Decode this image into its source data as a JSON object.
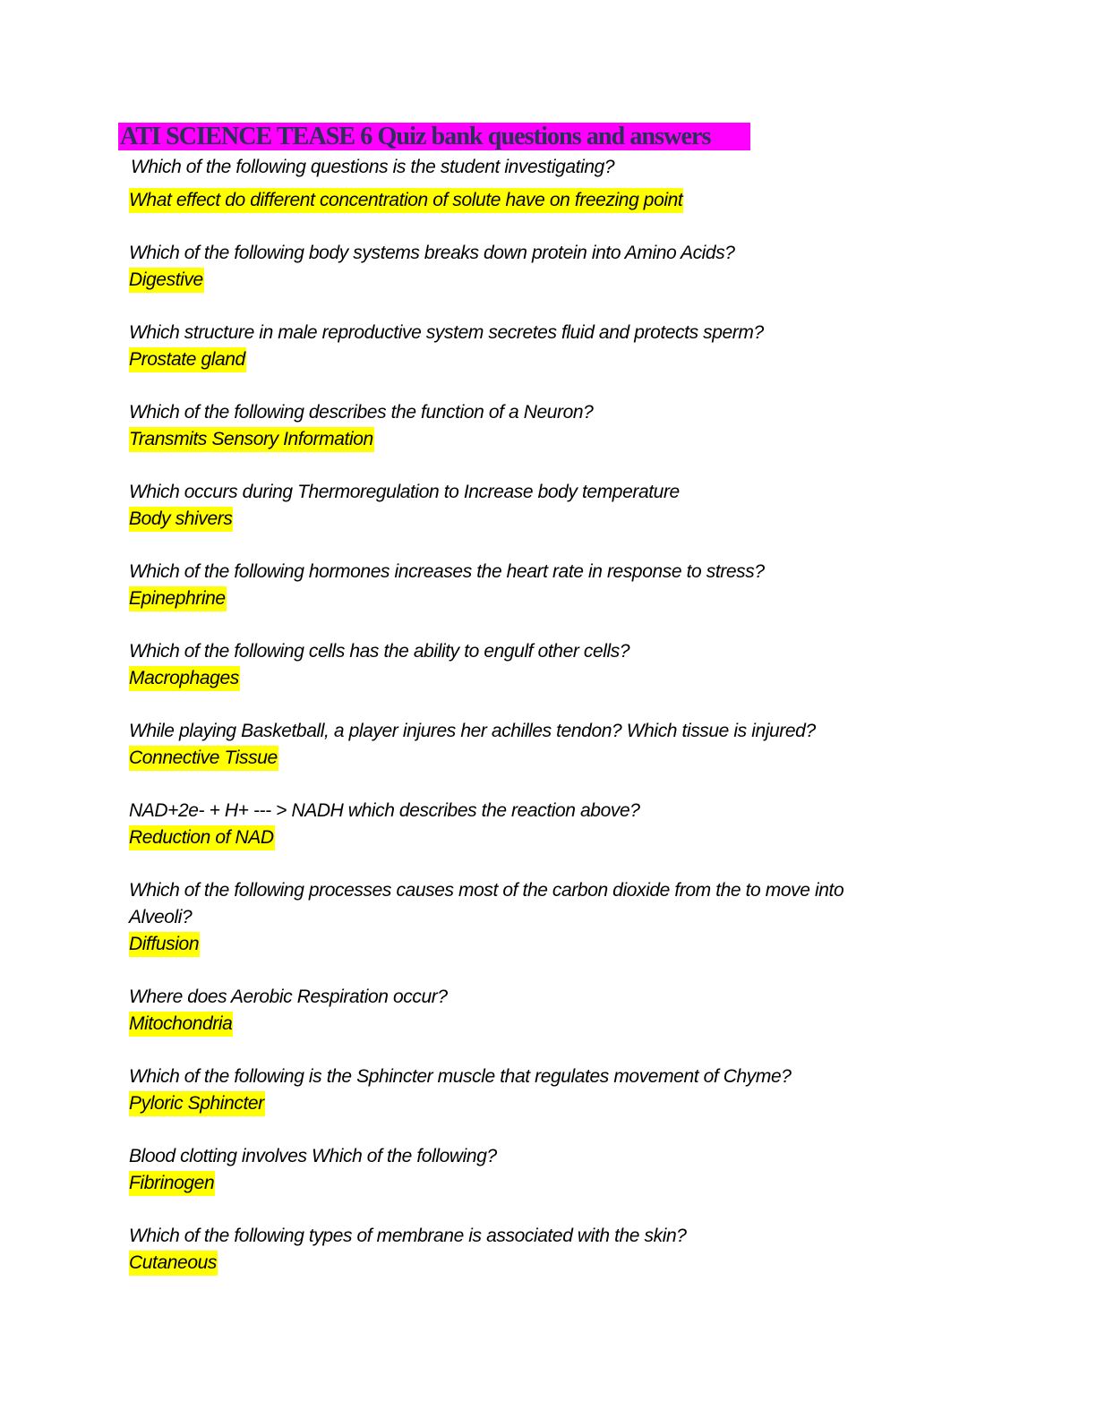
{
  "title": "ATI SCIENCE TEASE 6 Quiz bank questions and answers",
  "colors": {
    "title_highlight": "#ff00ff",
    "answer_highlight": "#ffff00",
    "title_text": "#2c2f5a"
  },
  "items": [
    {
      "q": "Which of the following questions is the student investigating?",
      "a": "What effect do different concentration of solute have on freezing point"
    },
    {
      "q": "Which of the following body systems breaks down protein into Amino Acids?",
      "a": "Digestive"
    },
    {
      "q": "Which structure in male reproductive system secretes fluid and protects sperm?",
      "a": "Prostate gland"
    },
    {
      "q": "Which of the following describes the function of a Neuron?",
      "a": "Transmits Sensory Information"
    },
    {
      "q": "Which occurs during Thermoregulation to Increase body temperature",
      "a": "Body shivers"
    },
    {
      "q": "Which of the following hormones increases the heart rate in response to stress?",
      "a": "Epinephrine"
    },
    {
      "q": "Which of the following cells has the ability to engulf other cells?",
      "a": "Macrophages"
    },
    {
      "q": "While playing Basketball, a player injures her achilles tendon? Which tissue is injured?",
      "a": "Connective Tissue"
    },
    {
      "q": "NAD+2e- + H+ --- > NADH which describes the reaction above?",
      "a": "Reduction of NAD"
    },
    {
      "q": "Which of the following processes causes most of the carbon dioxide from the to move into Alveoli?",
      "a": "Diffusion"
    },
    {
      "q": "Where does Aerobic Respiration occur?",
      "a": "Mitochondria"
    },
    {
      "q": "Which of the following is the Sphincter muscle that regulates movement of Chyme?",
      "a": "Pyloric Sphincter"
    },
    {
      "q": "Blood clotting involves Which of the following?",
      "a": "Fibrinogen"
    },
    {
      "q": "Which of the following types of membrane is associated with the skin?",
      "a": "Cutaneous"
    }
  ]
}
